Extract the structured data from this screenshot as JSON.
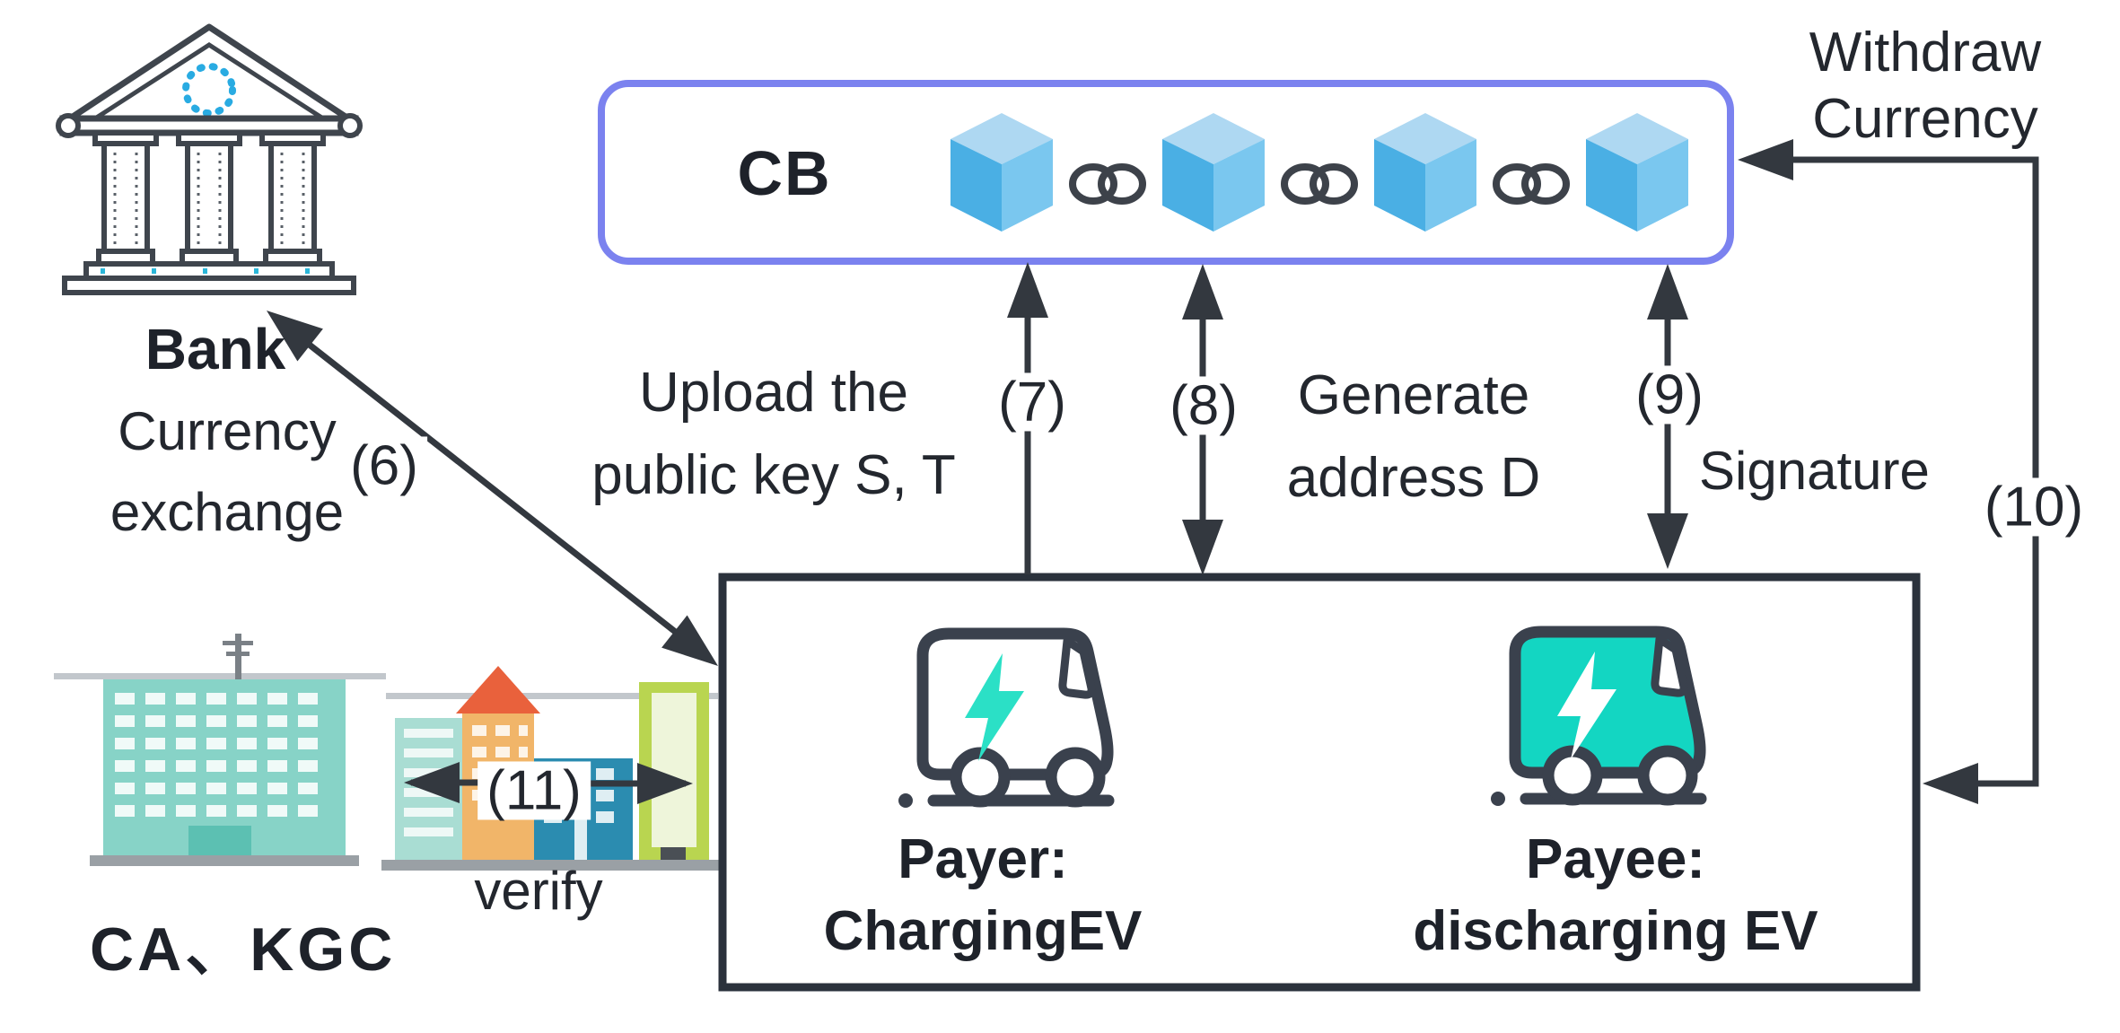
{
  "entities": {
    "bank": {
      "label": "Bank"
    },
    "central_bank": {
      "label": "CB",
      "blockchain_blocks": 4,
      "chain_links": 3
    },
    "ca_kgc": {
      "label": "CA、KGC"
    },
    "payer": {
      "role": "Payer:",
      "name": "ChargingEV"
    },
    "payee": {
      "role": "Payee:",
      "name": "discharging EV"
    }
  },
  "annotations": {
    "currency_exchange": {
      "line1": "Currency",
      "line2": "exchange"
    },
    "withdraw_currency": {
      "line1": "Withdraw",
      "line2": "Currency"
    },
    "upload_public_key": {
      "line1": "Upload the",
      "line2": "public key S, T"
    },
    "generate_address": {
      "line1": "Generate",
      "line2": "address D"
    },
    "signature": "Signature",
    "verify": "verify"
  },
  "step_labels": {
    "s6": "(6)",
    "s7": "(7)",
    "s8": "(8)",
    "s9": "(9)",
    "s10": "(10)",
    "s11": "(11)"
  },
  "colors": {
    "cb_box_border": "#7b82ef",
    "ev_box_border": "#2b323c",
    "cube_top": "#aed8f2",
    "cube_left": "#4aafe4",
    "cube_right": "#7ac7ef",
    "payee_van_teal": "#13d6c2",
    "payer_bolt_teal": "#2be0c6",
    "bank_circle_blue": "#29abe2",
    "arrow": "#33383f",
    "text": "#23272e"
  }
}
